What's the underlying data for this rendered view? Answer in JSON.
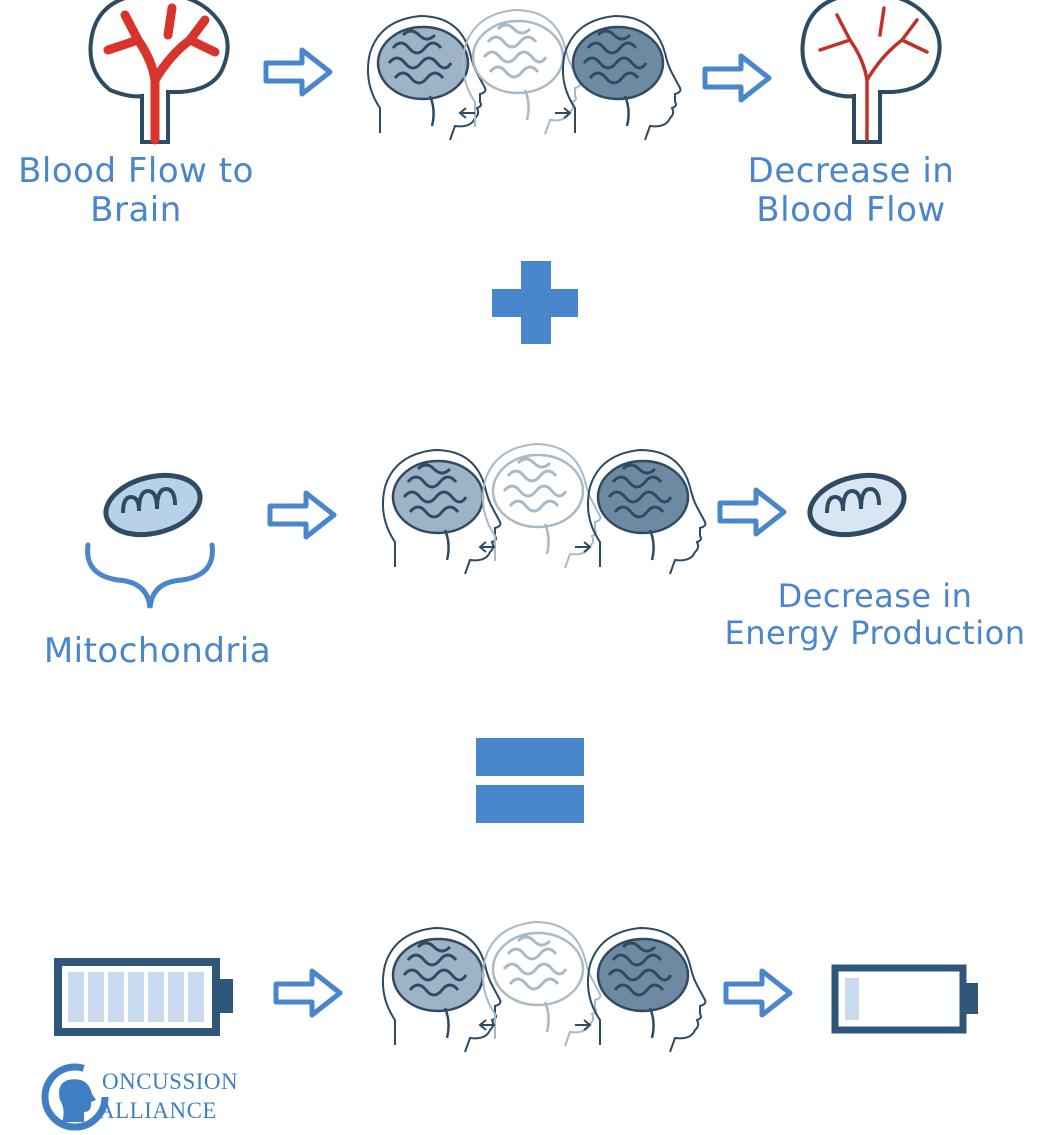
{
  "labels": {
    "blood_flow_line1": "Blood Flow to",
    "blood_flow_line2": "Brain",
    "blood_decrease_line1": "Decrease in",
    "blood_decrease_line2": "Blood Flow",
    "mitochondria": "Mitochondria",
    "energy_decrease_line1": "Decrease in",
    "energy_decrease_line2": "Energy Production"
  },
  "logo": {
    "line1": "ONCUSSION",
    "line2": "ALLIANCE"
  },
  "colors": {
    "accent": "#4a86cc",
    "arrow": "#4a86cc",
    "artery": "#d9342b",
    "outline": "#2f4b63",
    "brain_dark": "#3f6585",
    "brain_light": "#a9b9c6",
    "battery_frame": "#2f5779",
    "battery_cell": "#c9dcef"
  },
  "battery": {
    "full_cells": 7,
    "full_total_cells": 7,
    "low_cells": 1,
    "low_total_cells": 7
  }
}
